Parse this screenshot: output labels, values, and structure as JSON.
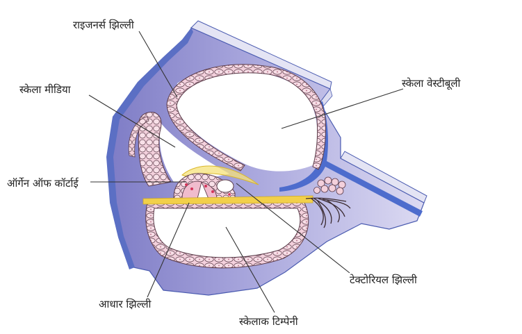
{
  "labels": {
    "reissner": "राइजनर्स झिल्ली",
    "media": "स्केला मीडिया",
    "vestibuli": "स्केला वेस्टीबूली",
    "corti": "ऑर्गेन ऑफ कॉर्टाई",
    "tectorial": "टेक्टोरियल झिल्ली",
    "basilar": "आधार झिल्ली",
    "tympani": "स्केलाक टिम्पेनी"
  },
  "colors": {
    "wall_outer": "#5b6fc4",
    "body_fill": "#9b9ad6",
    "body_light": "#c9c7ea",
    "cell_fill": "#f3d0dc",
    "cell_stroke": "#5a3a48",
    "membrane": "#f2d04a",
    "nucleus": "#d4345a"
  }
}
